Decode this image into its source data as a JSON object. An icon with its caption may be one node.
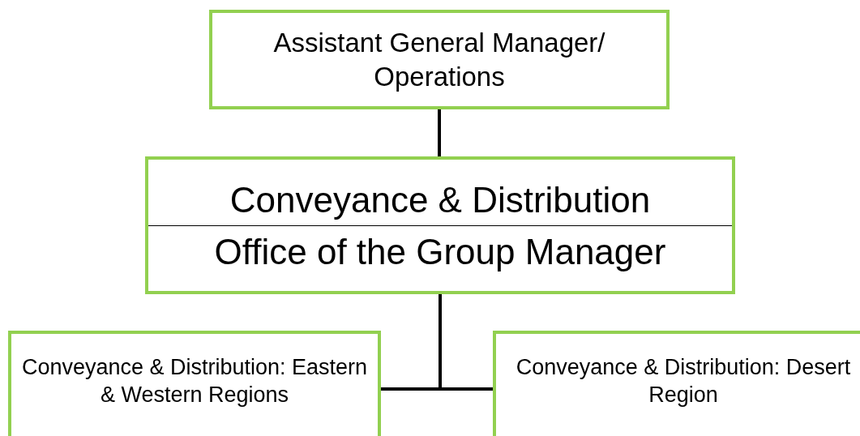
{
  "diagram": {
    "nodes": [
      {
        "text": [
          "Assistant General Manager/ Operations"
        ]
      },
      {
        "text": [
          "Conveyance & Distribution",
          "Office of the Group Manager"
        ]
      },
      {
        "text": [
          "Conveyance & Distribution: Eastern & Western Regions"
        ]
      },
      {
        "text": [
          "Conveyance & Distribution: Desert Region"
        ]
      }
    ],
    "edges": [
      {
        "from": 0,
        "to": 1,
        "arrow": "none"
      },
      {
        "from": 1,
        "to": 2,
        "arrow": "none"
      },
      {
        "from": 1,
        "to": 3,
        "arrow": "none"
      }
    ]
  }
}
